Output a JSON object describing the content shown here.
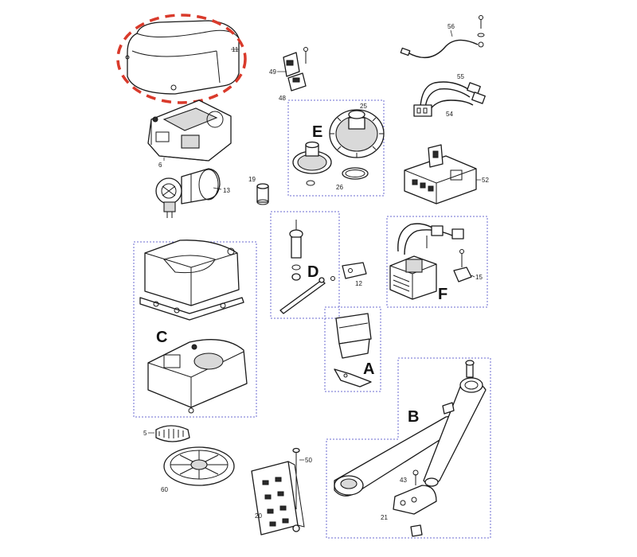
{
  "part_numbers": {
    "p11": "11",
    "p6": "6",
    "p13": "13",
    "p19": "19",
    "p49": "49",
    "p48": "48",
    "p25": "25",
    "p26": "26",
    "p56": "56",
    "p55": "55",
    "p54": "54",
    "p52": "52",
    "p12": "12",
    "p15": "15",
    "p43": "43",
    "p21": "21",
    "p5": "5",
    "p60": "60",
    "p50": "50",
    "p20": "20"
  },
  "group_labels": {
    "A": "A",
    "B": "B",
    "C": "C",
    "D": "D",
    "E": "E",
    "F": "F"
  },
  "colors": {
    "highlight": "#d93a2b",
    "group_box": "#6b6bd0",
    "line": "#1a1a1a"
  },
  "highlighted_part": "11"
}
